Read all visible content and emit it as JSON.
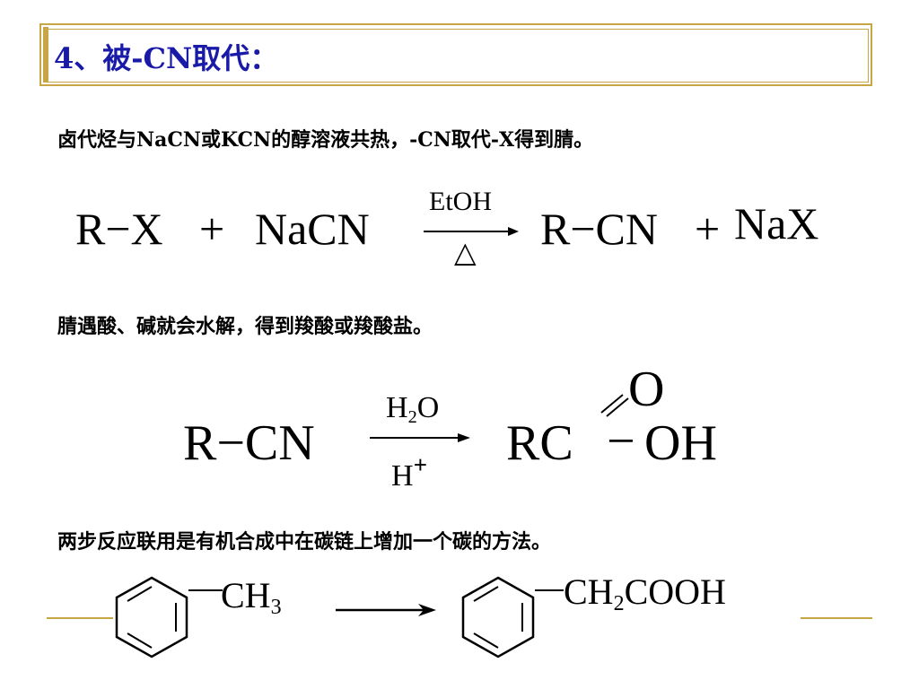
{
  "title": "4、被-CN取代：",
  "line1": "卤代烃与NaCN或KCN的醇溶液共热，-CN取代-X得到腈。",
  "reaction1": {
    "reactant1": "R−X",
    "plus1": "+",
    "reactant2": "NaCN",
    "condition_top": "EtOH",
    "condition_bottom": "△",
    "product1": "R−CN",
    "plus2": "+",
    "product2": "NaX"
  },
  "line2": "腈遇酸、碱就会水解，得到羧酸或羧酸盐。",
  "reaction2": {
    "reactant": "R−CN",
    "condition_top_main": "H",
    "condition_top_sub": "2",
    "condition_top_end": "O",
    "condition_bottom": "H",
    "condition_bottom_sup": "+",
    "product_carbonyl_o": "O",
    "product_main": "RC",
    "product_bond": "−",
    "product_oh": "OH"
  },
  "line3": "两步反应联用是有机合成中在碳链上增加一个碳的方法。",
  "reaction3": {
    "left_group_main": "CH",
    "left_group_sub": "3",
    "right_group_a": "CH",
    "right_group_sub": "2",
    "right_group_b": "COOH"
  }
}
